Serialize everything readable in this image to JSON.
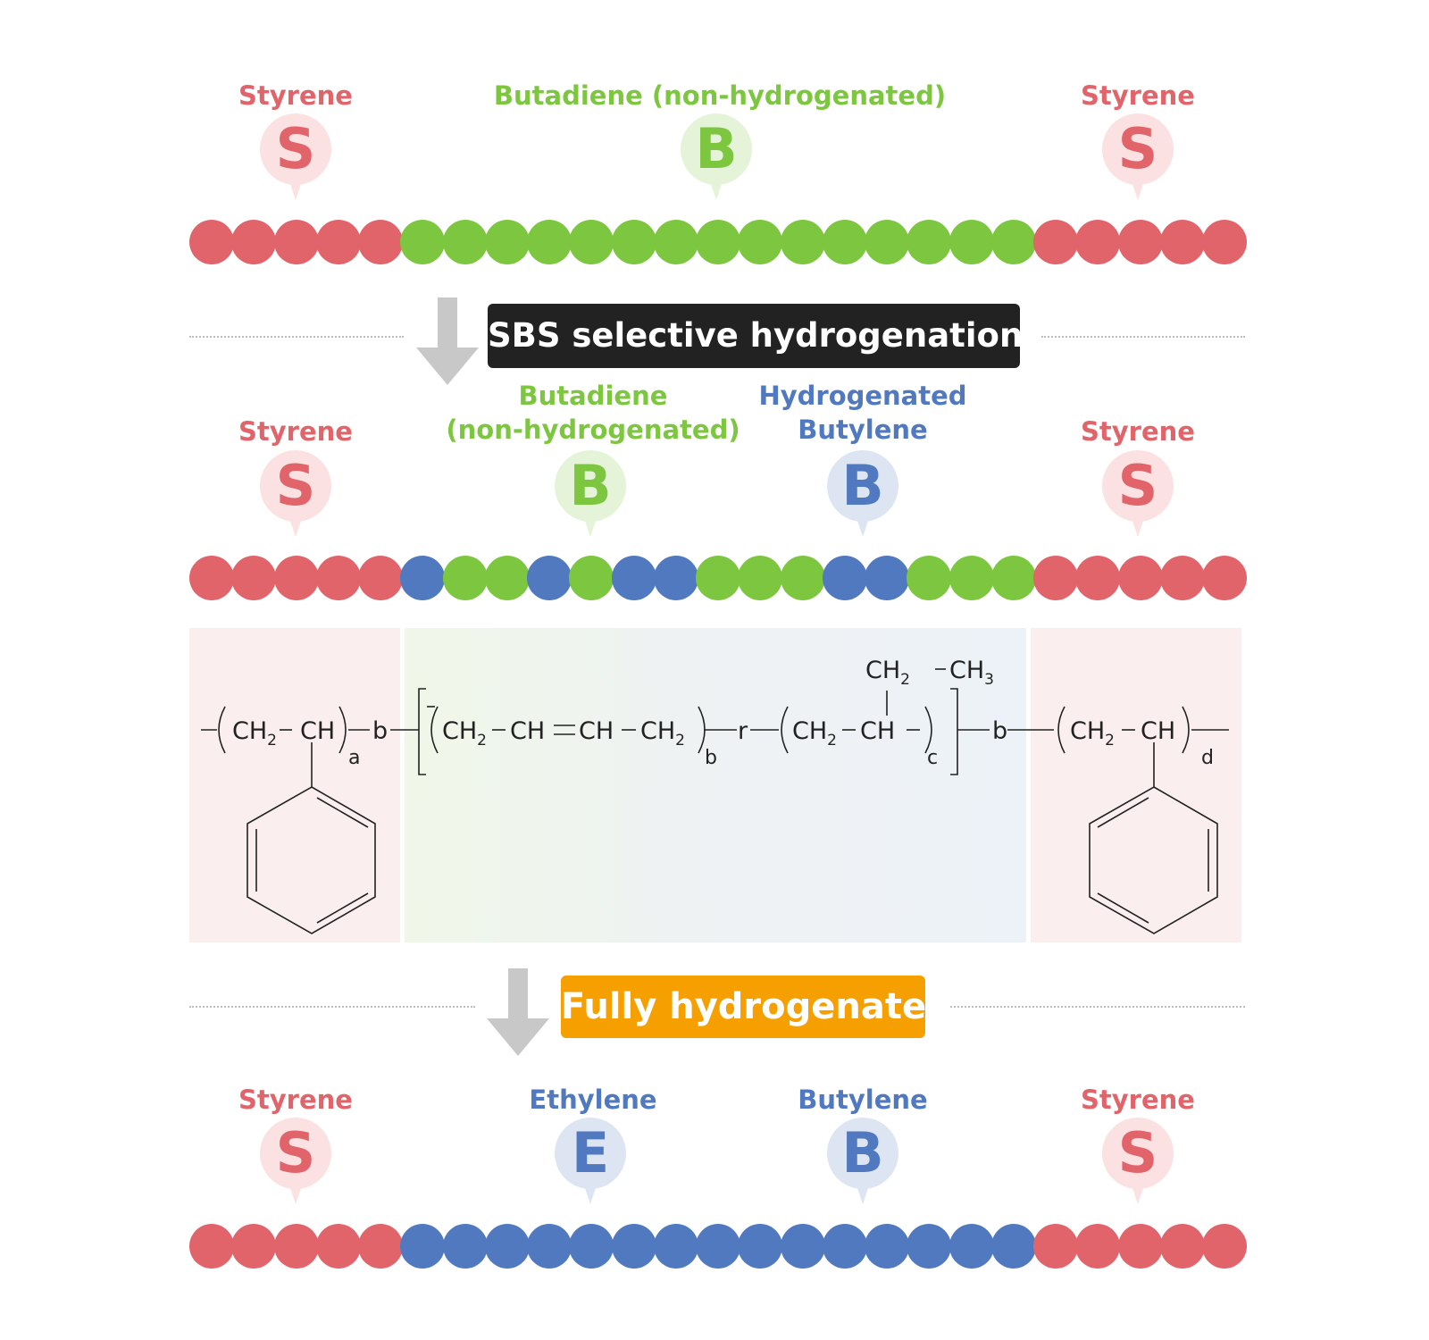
{
  "colors": {
    "styrene": "#e0646a",
    "butadiene": "#7dc63f",
    "butylene": "#5079bf",
    "ethylene": "#5079bf",
    "banner_dark": "#222222",
    "banner_orange": "#f5a000",
    "arrow": "#c8c8c8"
  },
  "sections": {
    "sbs": {
      "labels": [
        "Styrene",
        "Butadiene (non-hydrogenated)",
        "Styrene"
      ],
      "markers": [
        "S",
        "B",
        "S"
      ],
      "chain": [
        "S",
        "S",
        "S",
        "S",
        "S",
        "B",
        "B",
        "B",
        "B",
        "B",
        "B",
        "B",
        "B",
        "B",
        "B",
        "B",
        "B",
        "B",
        "B",
        "B",
        "S",
        "S",
        "S",
        "S",
        "S"
      ]
    },
    "selective": {
      "banner": "SBS selective hydrogenation",
      "label_styrene_left": "Styrene",
      "label_butadiene": [
        "Butadiene",
        "(non-hydrogenated)"
      ],
      "label_butylene": [
        "Hydrogenated",
        "Butylene"
      ],
      "label_styrene_right": "Styrene",
      "markers": [
        "S",
        "B",
        "B",
        "S"
      ],
      "chain": [
        "S",
        "S",
        "S",
        "S",
        "S",
        "H",
        "B",
        "B",
        "H",
        "B",
        "H",
        "H",
        "B",
        "B",
        "B",
        "H",
        "H",
        "B",
        "B",
        "B",
        "S",
        "S",
        "S",
        "S",
        "S"
      ]
    },
    "formula": {
      "ch2": "CH",
      "ch": "CH",
      "sub2": "2",
      "sub3": "3",
      "index_a": "a",
      "index_b": "b",
      "index_c": "c",
      "index_d": "d",
      "block": "b",
      "random": "r"
    },
    "full": {
      "banner": "Fully hydrogenated",
      "labels": [
        "Styrene",
        "Ethylene",
        "Butylene",
        "Styrene"
      ],
      "markers": [
        "S",
        "E",
        "B",
        "S"
      ],
      "chain": [
        "S",
        "S",
        "S",
        "S",
        "S",
        "H",
        "H",
        "H",
        "H",
        "H",
        "H",
        "H",
        "H",
        "H",
        "H",
        "H",
        "H",
        "H",
        "H",
        "H",
        "S",
        "S",
        "S",
        "S",
        "S"
      ]
    }
  }
}
